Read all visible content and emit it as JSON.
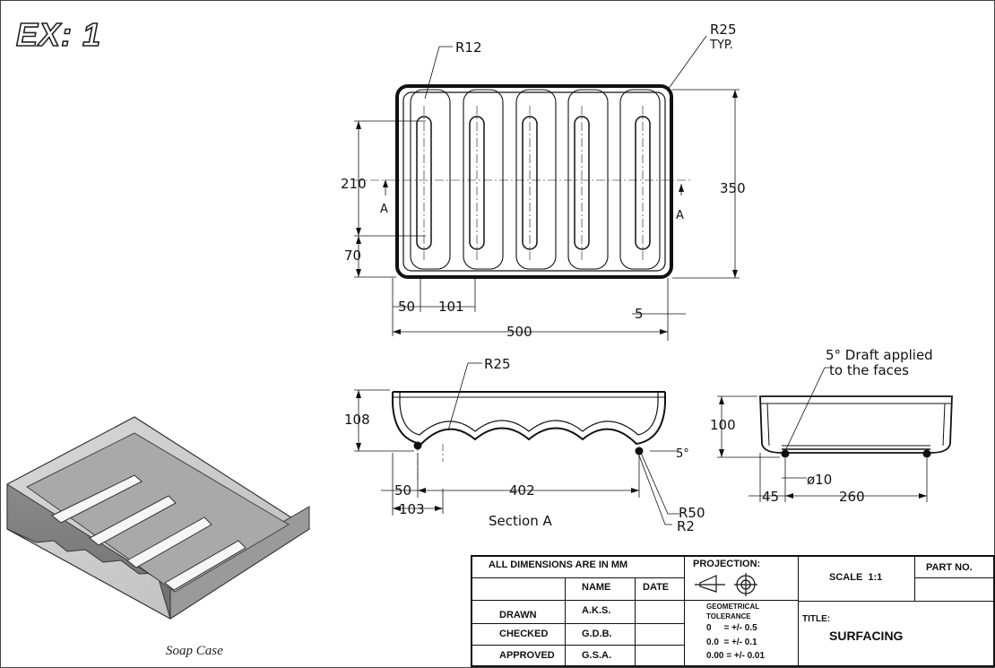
{
  "header": {
    "exercise_title": "EX: 1"
  },
  "figure": {
    "caption": "Soap Case",
    "top_view": {
      "r12": "R12",
      "r25": "R25",
      "typ": "TYP.",
      "dim_210": "210",
      "dim_70": "70",
      "dim_350": "350",
      "dim_50": "50",
      "dim_101": "101",
      "dim_5": "5",
      "dim_500": "500",
      "section_a_left": "A",
      "section_a_right": "A"
    },
    "section_view": {
      "r25": "R25",
      "dim_108": "108",
      "dim_50": "50",
      "dim_402": "402",
      "dim_103": "103",
      "draft": "5°",
      "r50": "R50",
      "r2": "R2",
      "label": "Section A"
    },
    "side_view": {
      "note_line1": "5° Draft applied",
      "note_line2": "to the faces",
      "dim_100": "100",
      "dim_10": "ø10",
      "dim_45": "45",
      "dim_260": "260"
    }
  },
  "title_block": {
    "all_dims": "ALL DIMENSIONS ARE IN MM",
    "name_header": "NAME",
    "date_header": "DATE",
    "projection_label": "PROJECTION:",
    "scale": "SCALE  1:1",
    "part_no": "PART NO.",
    "rows": [
      {
        "role": "DRAWN",
        "name": "A.K.S."
      },
      {
        "role": "CHECKED",
        "name": "G.D.B."
      },
      {
        "role": "APPROVED",
        "name": "G.S.A."
      }
    ],
    "tolerance_title_1": "GEOMETRICAL",
    "tolerance_title_2": "TOLERANCE",
    "tolerance_lines": [
      "0     = +/- 0.5",
      "0.0  = +/- 0.1",
      "0.00 = +/- 0.01"
    ],
    "title_label": "TITLE:",
    "title_value": "SURFACING"
  }
}
